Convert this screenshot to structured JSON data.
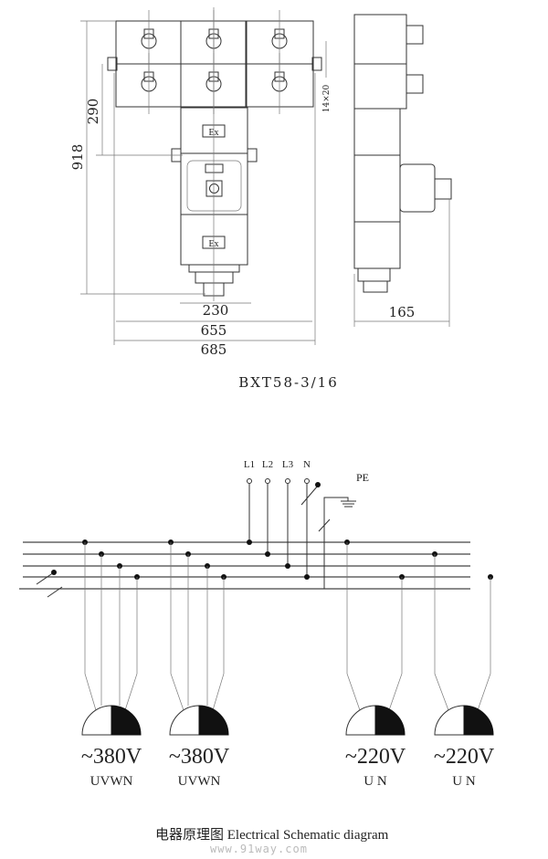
{
  "drawing": {
    "dimensions": {
      "height_total": "918",
      "height_mount": "290",
      "slot": "14×20",
      "width_lower": "230",
      "width_inner": "655",
      "width_outer": "685",
      "depth": "165"
    },
    "panel_marking": "Ex",
    "model": "BXT58-3/16"
  },
  "schematic": {
    "terminals": [
      "L1",
      "L2",
      "L3",
      "N"
    ],
    "pe_label": "PE",
    "sockets": [
      {
        "voltage": "~380V",
        "poles": "UVWN"
      },
      {
        "voltage": "~380V",
        "poles": "UVWN"
      },
      {
        "voltage": "~220V",
        "poles": "U N"
      },
      {
        "voltage": "~220V",
        "poles": "U N"
      }
    ]
  },
  "caption": "电器原理图 Electrical Schematic diagram",
  "watermark": "www.91way.com"
}
